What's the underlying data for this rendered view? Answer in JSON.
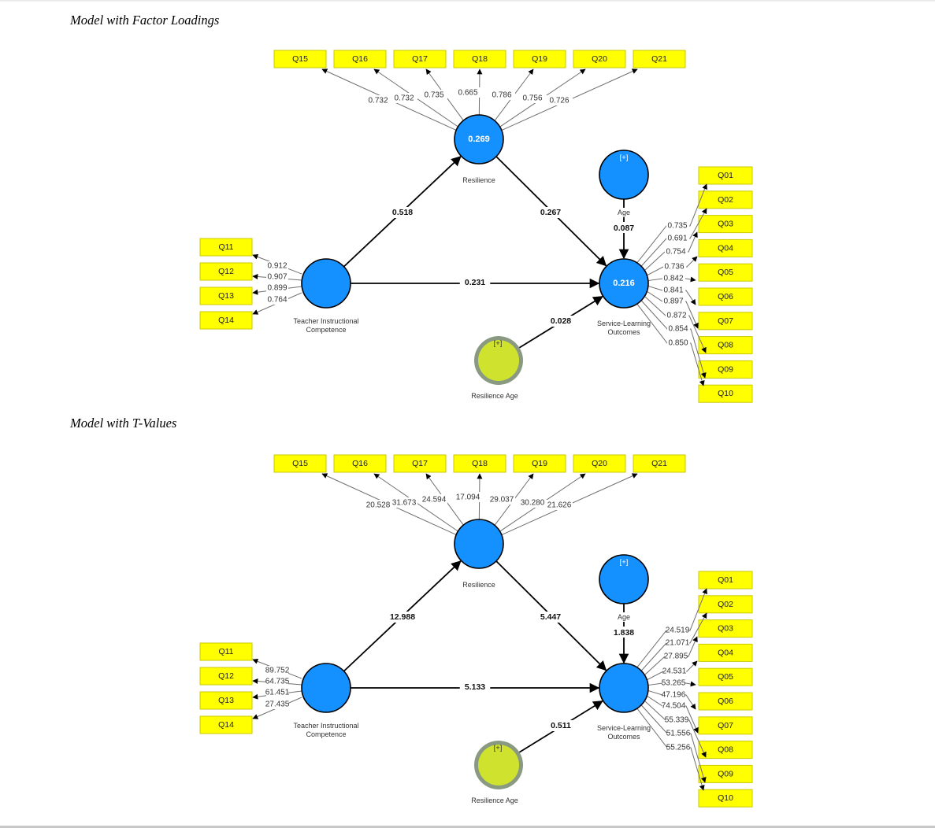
{
  "captions": {
    "model1": "Model with Factor Loadings",
    "model2": "Model with T-Values"
  },
  "constructs": {
    "resilience": "Resilience",
    "tic_line1": "Teacher Instructional",
    "tic_line2": "Competence",
    "slo_line1": "Service-Learning",
    "slo_line2": "Outcomes",
    "age": "Age",
    "resilience_age": "Resilience Age",
    "expand_marker": "[+]"
  },
  "indicators": {
    "resilience": [
      "Q15",
      "Q16",
      "Q17",
      "Q18",
      "Q19",
      "Q20",
      "Q21"
    ],
    "tic": [
      "Q11",
      "Q12",
      "Q13",
      "Q14"
    ],
    "slo": [
      "Q01",
      "Q02",
      "Q03",
      "Q04",
      "Q05",
      "Q06",
      "Q07",
      "Q08",
      "Q09",
      "Q10"
    ]
  },
  "models": [
    {
      "id": "factor-loadings",
      "r2": {
        "resilience": "0.269",
        "slo": "0.216"
      },
      "loadings": {
        "resilience": [
          "0.732",
          "0.732",
          "0.735",
          "0.665",
          "0.786",
          "0.756",
          "0.726"
        ],
        "tic": [
          "0.912",
          "0.907",
          "0.899",
          "0.764"
        ],
        "slo": [
          "0.735",
          "0.691",
          "0.754",
          "0.736",
          "0.842",
          "0.841",
          "0.897",
          "0.872",
          "0.854",
          "0.850"
        ]
      },
      "paths": {
        "tic_to_resilience": "0.518",
        "resilience_to_slo": "0.267",
        "tic_to_slo": "0.231",
        "age_to_slo": "0.087",
        "resilience_age_to_slo": "0.028"
      }
    },
    {
      "id": "t-values",
      "r2": {
        "resilience": "",
        "slo": ""
      },
      "loadings": {
        "resilience": [
          "20.528",
          "31.673",
          "24.594",
          "17.094",
          "29.037",
          "30.280",
          "21.626"
        ],
        "tic": [
          "89.752",
          "64.735",
          "61.451",
          "27.435"
        ],
        "slo": [
          "24.519",
          "21.071",
          "27.895",
          "24.531",
          "53.265",
          "47.196",
          "74.504",
          "55.339",
          "51.556",
          "55.256"
        ]
      },
      "paths": {
        "tic_to_resilience": "12.988",
        "resilience_to_slo": "5.447",
        "tic_to_slo": "5.133",
        "age_to_slo": "1.838",
        "resilience_age_to_slo": "0.511"
      }
    }
  ]
}
